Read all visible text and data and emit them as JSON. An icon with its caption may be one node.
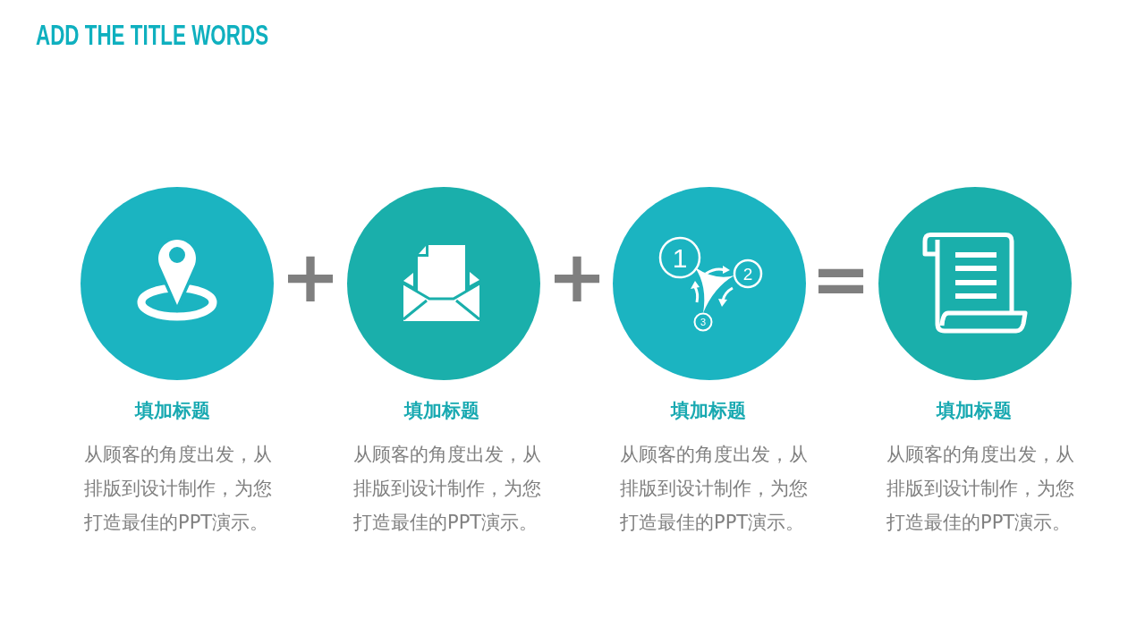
{
  "diagram": {
    "title": "ADD THE TITLE WORDS",
    "nodes": [
      {
        "text": [
          "填加标题",
          "从顾客的角度出发，从排版到设计制作，为您打造最佳的PPT演示。"
        ]
      },
      {
        "text": [
          "填加标题",
          "从顾客的角度出发，从排版到设计制作，为您打造最佳的PPT演示。"
        ]
      },
      {
        "text": [
          "填加标题",
          "从顾客的角度出发，从排版到设计制作，为您打造最佳的PPT演示。"
        ]
      },
      {
        "text": [
          "填加标题",
          "从顾客的角度出发，从排版到设计制作，为您打造最佳的PPT演示。"
        ]
      }
    ],
    "labels": [
      "+",
      "+",
      "1",
      "2",
      "3",
      "="
    ]
  }
}
